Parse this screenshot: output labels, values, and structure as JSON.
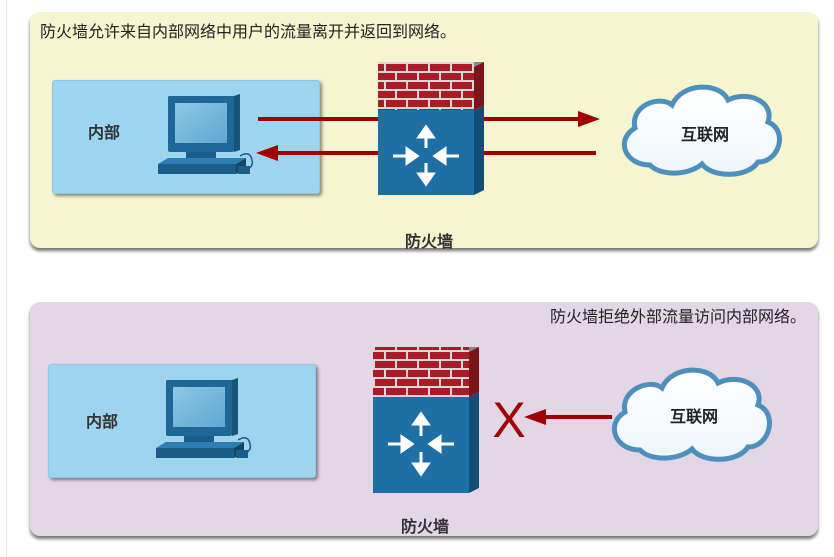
{
  "top_panel": {
    "caption": "防火墙允许来自内部网络中用户的流量离开并返回到网络。",
    "inside_label": "内部",
    "firewall_label": "防火墙",
    "internet_label": "互联网"
  },
  "bottom_panel": {
    "caption": "防火墙拒绝外部流量访问内部网络。",
    "inside_label": "内部",
    "firewall_label": "防火墙",
    "internet_label": "互联网",
    "block_mark": "X"
  },
  "colors": {
    "top_panel_bg": "#f5f5d0",
    "bottom_panel_bg": "#e3d6e6",
    "inside_box": "#9fd4ee",
    "arrow": "#a00000",
    "firewall_body": "#1d6fa5",
    "brick": "#b0202a"
  }
}
